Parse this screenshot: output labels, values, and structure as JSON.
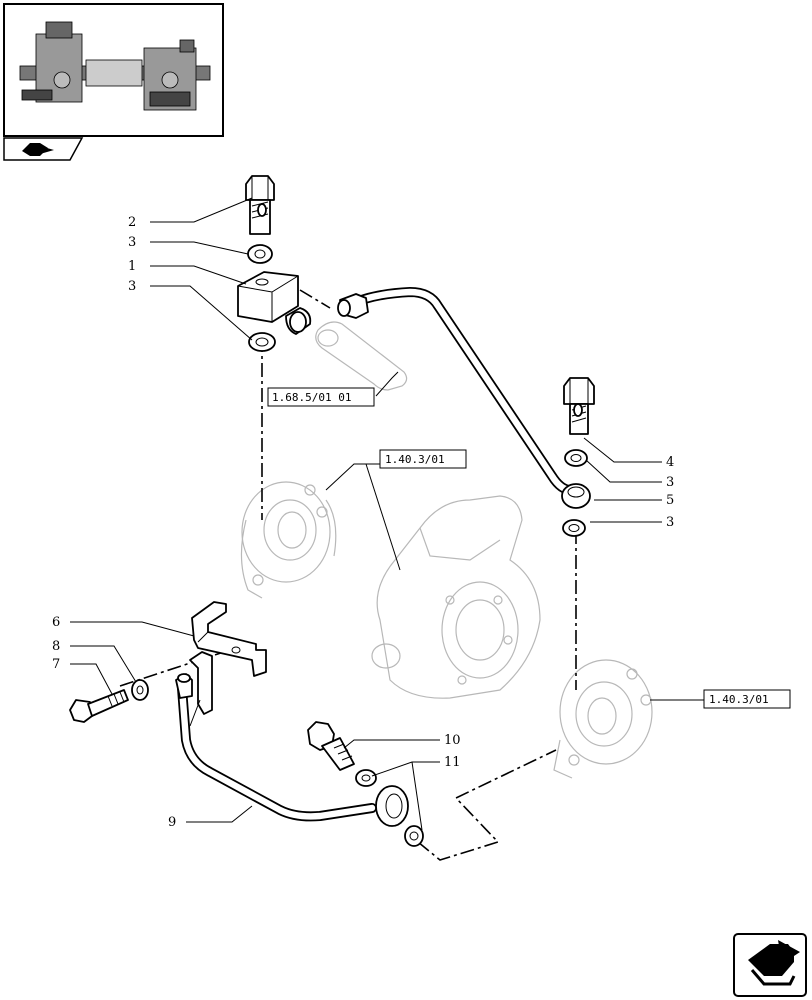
{
  "labels": {
    "l1": "1",
    "l2": "2",
    "l3a": "3",
    "l3b": "3",
    "l4": "4",
    "l3c": "3",
    "l5": "5",
    "l3d": "3",
    "l6": "6",
    "l7": "7",
    "l8": "8",
    "l9": "9",
    "l10": "10",
    "l11": "11"
  },
  "refs": {
    "r1": "1.68.5/01 01",
    "r2": "1.40.3/01",
    "r3": "1.40.3/01"
  },
  "icons": {
    "thumbnail": "axle-assembly-thumbnail",
    "section": "section-arrow-icon",
    "next": "next-page-arrow-icon"
  }
}
